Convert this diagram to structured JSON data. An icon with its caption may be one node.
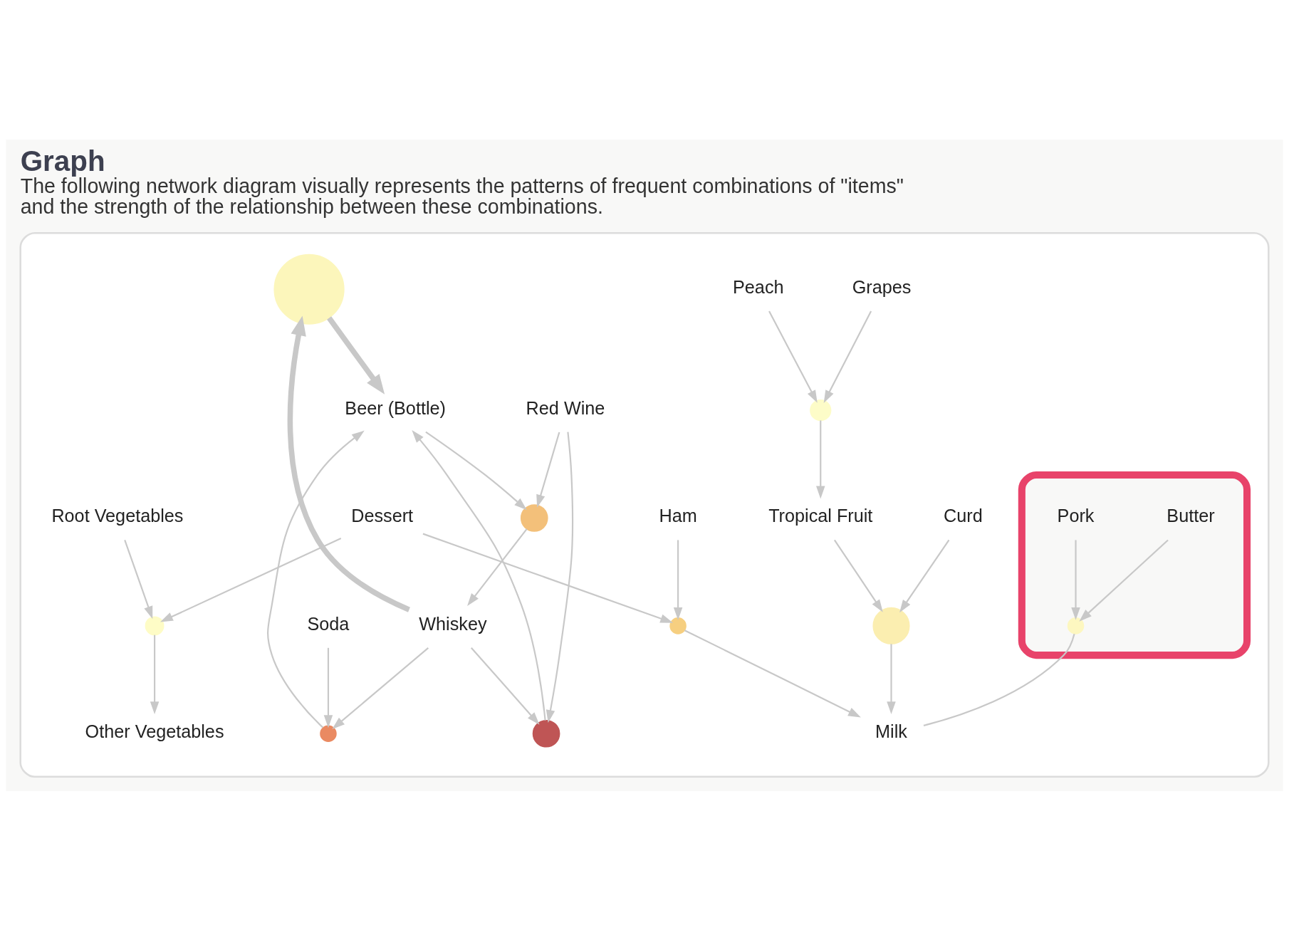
{
  "diagram": {
    "title": "Graph",
    "caption": "The following network diagram visually represents the patterns of frequent combinations of \"items\" and the strength of the relationship between these combinations.",
    "nodes": [
      {
        "text": [],
        "shape": "box"
      },
      {
        "text": [],
        "shape": "circle",
        "in": 0
      },
      {
        "text": [
          "Peach"
        ],
        "in": 0
      },
      {
        "text": [
          "Tropical Fruit"
        ],
        "in": 0
      },
      {
        "text": [
          "Grapes"
        ],
        "in": 0
      },
      {
        "text": [],
        "shape": "circle",
        "in": 0
      },
      {
        "text": [],
        "shape": "circle",
        "in": 0
      },
      {
        "text": [],
        "shape": "circle",
        "in": 0
      },
      {
        "text": [],
        "shape": "ellipse",
        "in": 0
      },
      {
        "text": [
          "Butter"
        ],
        "in": 8
      },
      {
        "text": [
          "Curd"
        ],
        "in": 0
      },
      {
        "text": [
          "Beer (Bottle)"
        ],
        "in": 0
      },
      {
        "text": [
          "Whiskey"
        ],
        "in": 0
      },
      {
        "text": [
          "Milk"
        ],
        "in": 0
      },
      {
        "text": [],
        "shape": "circle",
        "in": 8
      },
      {
        "text": [
          "Red Wine"
        ],
        "in": 0
      },
      {
        "text": [],
        "shape": "circle",
        "in": 0
      },
      {
        "text": [],
        "shape": "circle",
        "in": 0
      },
      {
        "text": [],
        "shape": "circle",
        "in": 0
      },
      {
        "text": [
          "Pork"
        ],
        "in": 8
      },
      {
        "text": [
          "Soda"
        ],
        "in": 0
      },
      {
        "text": [
          "Other Vegetables"
        ],
        "in": 0
      },
      {
        "text": [
          "Ham"
        ],
        "in": 0
      },
      {
        "text": [
          "Root Vegetables"
        ],
        "in": 0
      },
      {
        "text": [
          "Dessert"
        ],
        "in": 0
      },
      {
        "text": [],
        "shape": "circle",
        "in": 0
      }
    ],
    "edges": [
      {
        "from": 2,
        "to": 1,
        "arrow": "to"
      },
      {
        "from": 4,
        "to": 1,
        "arrow": "to"
      },
      {
        "from": 1,
        "to": 3,
        "arrow": "to"
      },
      {
        "from": 3,
        "to": 6,
        "arrow": "to"
      },
      {
        "from": 10,
        "to": 6,
        "arrow": "to"
      },
      {
        "from": 6,
        "to": 13,
        "arrow": "to"
      },
      {
        "from": 9,
        "to": 14,
        "arrow": "to"
      },
      {
        "from": 19,
        "to": 14,
        "arrow": "to"
      },
      {
        "from": 14,
        "to": 13,
        "arrow": "none"
      },
      {
        "from": 24,
        "to": 18,
        "arrow": "to"
      },
      {
        "from": 22,
        "to": 18,
        "arrow": "to"
      },
      {
        "from": 18,
        "to": 13,
        "arrow": "to"
      },
      {
        "from": 24,
        "to": 25,
        "arrow": "to"
      },
      {
        "from": 23,
        "to": 25,
        "arrow": "to"
      },
      {
        "from": 25,
        "to": 21,
        "arrow": "to"
      },
      {
        "from": 12,
        "to": 5,
        "arrow": "to",
        "style": "thick"
      },
      {
        "from": 5,
        "to": 11,
        "arrow": "to",
        "style": "thick"
      },
      {
        "from": 12,
        "to": 7,
        "arrow": "to"
      },
      {
        "from": 15,
        "to": 7,
        "arrow": "to"
      },
      {
        "from": 7,
        "to": 11,
        "arrow": "to"
      },
      {
        "from": 11,
        "to": 16,
        "arrow": "to"
      },
      {
        "from": 15,
        "to": 16,
        "arrow": "to"
      },
      {
        "from": 16,
        "to": 12,
        "arrow": "to"
      },
      {
        "from": 12,
        "to": 17,
        "arrow": "to"
      },
      {
        "from": 20,
        "to": 17,
        "arrow": "to"
      },
      {
        "from": 17,
        "to": 11,
        "arrow": "to"
      }
    ]
  }
}
